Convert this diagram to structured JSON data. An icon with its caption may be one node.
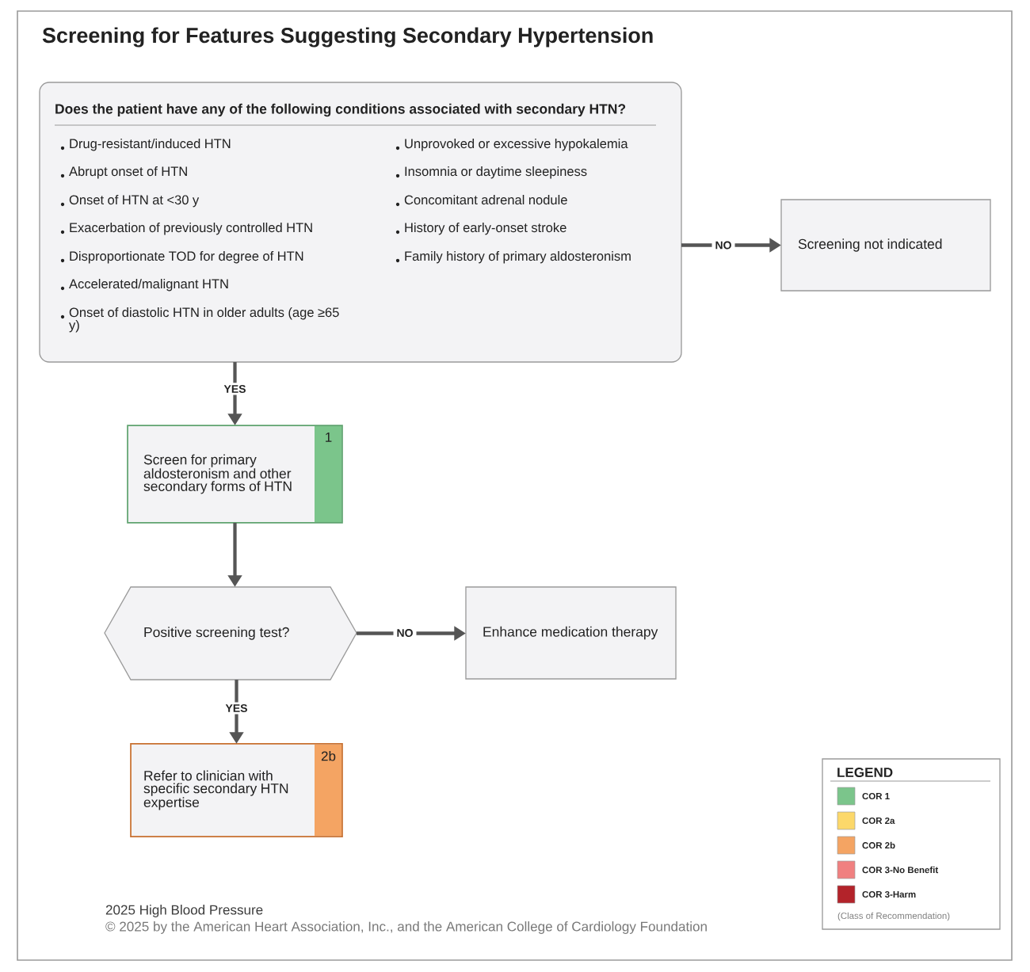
{
  "diagram": {
    "title": "Screening for Features Suggesting Secondary Hypertension",
    "nodes": [
      {
        "text": [
          "Does the patient have any of the following conditions associated with secondary HTN?",
          "Drug-resistant/induced HTN",
          "Abrupt onset of HTN",
          "Onset of HTN at <30 y",
          "Exacerbation of previously controlled HTN",
          "Disproportionate TOD for degree of HTN",
          "Accelerated/malignant HTN",
          "Onset of diastolic HTN in older adults (age ≥65 y)",
          "Unprovoked or excessive hypokalemia",
          "Insomnia or daytime sleepiness",
          "Concomitant adrenal nodule",
          "History of early-onset stroke",
          "Family history of primary aldosteronism"
        ]
      },
      {
        "text": [
          "Screening not indicated"
        ]
      },
      {
        "text": [
          "Screen for primary aldosteronism and other secondary forms of HTN",
          "1"
        ]
      },
      {
        "text": [
          "Positive screening test?"
        ]
      },
      {
        "text": [
          "Enhance medication therapy"
        ]
      },
      {
        "text": [
          "Refer to clinician with specific secondary HTN expertise",
          "2b"
        ]
      }
    ],
    "edges": [
      {
        "from": 0,
        "to": 1,
        "arrow": "to",
        "label": "NO"
      },
      {
        "from": 0,
        "to": 2,
        "arrow": "to",
        "label": "YES"
      },
      {
        "from": 2,
        "to": 3,
        "arrow": "to"
      },
      {
        "from": 3,
        "to": 4,
        "arrow": "to",
        "label": "NO"
      },
      {
        "from": 3,
        "to": 5,
        "arrow": "to",
        "label": "YES"
      }
    ],
    "labels": [
      "LEGEND",
      "(Class of Recommendation)",
      "2025 High Blood Pressure",
      "© 2025 by the American Heart Association, Inc., and the American College of Cardiology Foundation"
    ],
    "legend": [
      {
        "text": "COR 1",
        "color": "#7bc58b"
      },
      {
        "text": "COR 2a",
        "color": "#fcd86a"
      },
      {
        "text": "COR 2b",
        "color": "#f4a463"
      },
      {
        "text": "COR 3-No Benefit",
        "color": "#f08080"
      },
      {
        "text": "COR 3-Harm",
        "color": "#b3232a"
      }
    ]
  }
}
